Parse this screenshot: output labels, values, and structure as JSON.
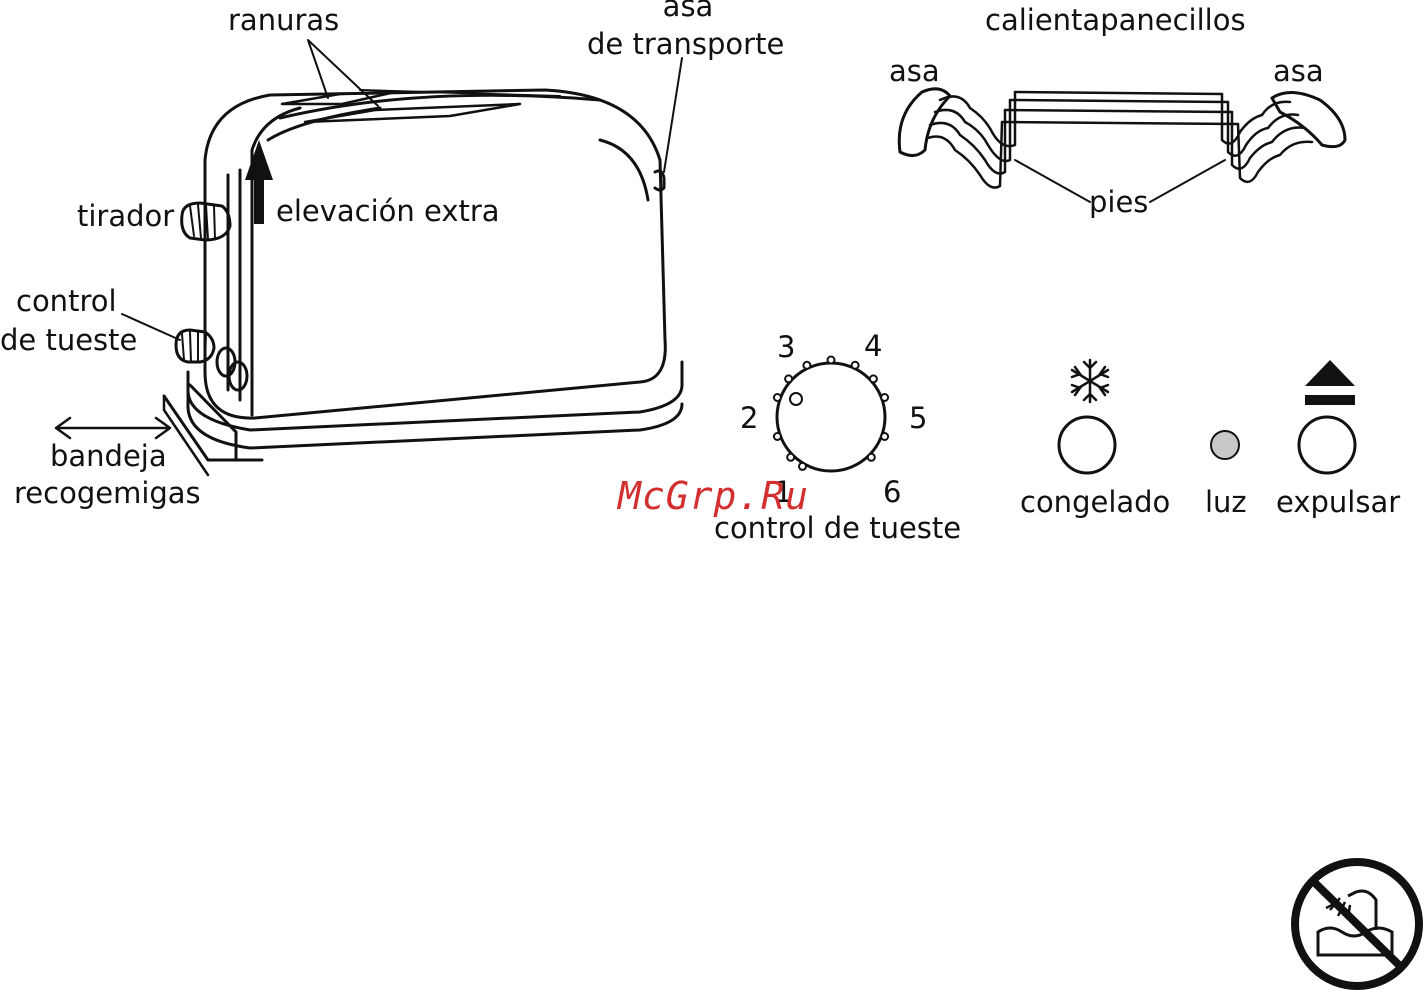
{
  "labels": {
    "ranuras": "ranuras",
    "asa_transporte_1": "asa",
    "asa_transporte_2": "de transporte",
    "calientapanecillos": "calientapanecillos",
    "asa_left": "asa",
    "asa_right": "asa",
    "pies": "pies",
    "tirador": "tirador",
    "elevacion_extra": "elevación extra",
    "control_tueste_1": "control",
    "control_tueste_2": "de tueste",
    "bandeja_1": "bandeja",
    "bandeja_2": "recogemigas",
    "dial_title": "control de tueste",
    "congelado": "congelado",
    "luz": "luz",
    "expulsar": "expulsar"
  },
  "dial": {
    "numbers": [
      "1",
      "2",
      "3",
      "4",
      "5",
      "6"
    ]
  },
  "watermark": "McGrp.Ru",
  "colors": {
    "line": "#111111",
    "indicator": "#c8c8c8",
    "watermark": "#d32f2f"
  },
  "icons": [
    "snowflake-icon",
    "eject-icon",
    "no-immersion-icon"
  ]
}
